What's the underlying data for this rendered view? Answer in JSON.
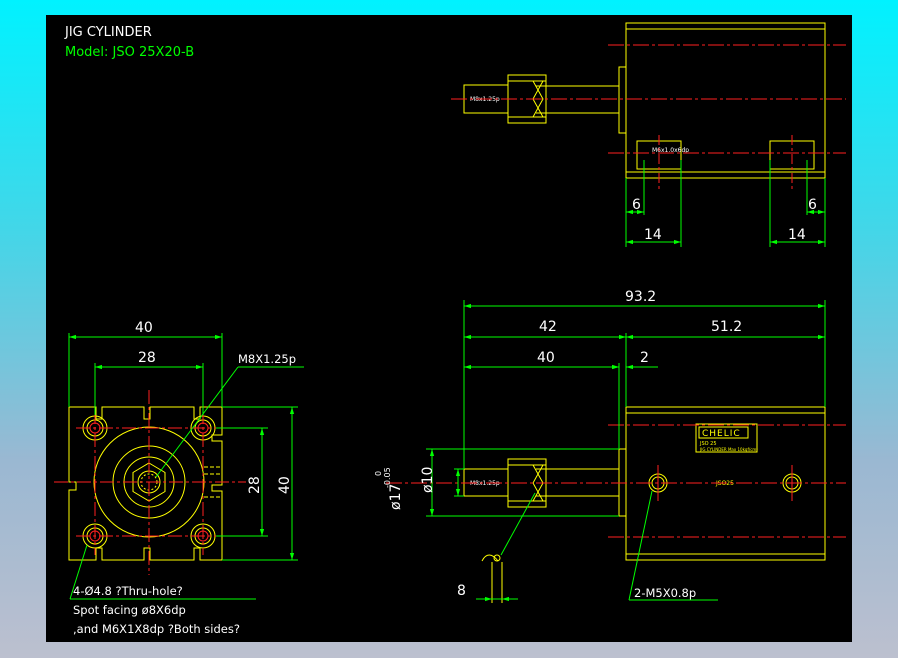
{
  "title_block": {
    "title": "JIG CYLINDER",
    "model": "Model:  JSO 25X20-B"
  },
  "colors": {
    "background": "#000000",
    "outline": "#ffff00",
    "centerline": "#ff2020",
    "dimension": "#00ff00",
    "text": "#ffffff"
  },
  "top_view": {
    "rod_thread_label": "M8x1.25p",
    "port_thread_label": "M6x1.0x6dp",
    "dim_left_inner": "6",
    "dim_left_outer": "14",
    "dim_right_inner": "6",
    "dim_right_outer": "14"
  },
  "front_view": {
    "width_outer": "40",
    "width_inner": "28",
    "height_inner": "28",
    "height_outer": "40",
    "rod_thread_callout": "M8X1.25p",
    "hole_note_line1": "4-Ø4.8 ?Thru-hole?",
    "hole_note_line2": "Spot facing  ø8X6dp",
    "hole_note_line3": ",and M6X1X8dp ?Both sides?"
  },
  "side_view": {
    "overall_length": "93.2",
    "dim_42": "42",
    "dim_51_2": "51.2",
    "dim_40": "40",
    "dim_2": "2",
    "rod_dia": "ø10",
    "shaft_dia": "ø17",
    "shaft_tol_upper": "0",
    "shaft_tol_lower": "-0.05",
    "rod_thread_label": "M8x1.25p",
    "wrench_flat": "8",
    "port_callout": "2-M5X0.8p",
    "brand": "CHELIC",
    "nameplate_model": "JSO 25",
    "nameplate_info": "JIG CYLINDER  Max 10kgf/cm²",
    "body_mark": "JSO25"
  }
}
